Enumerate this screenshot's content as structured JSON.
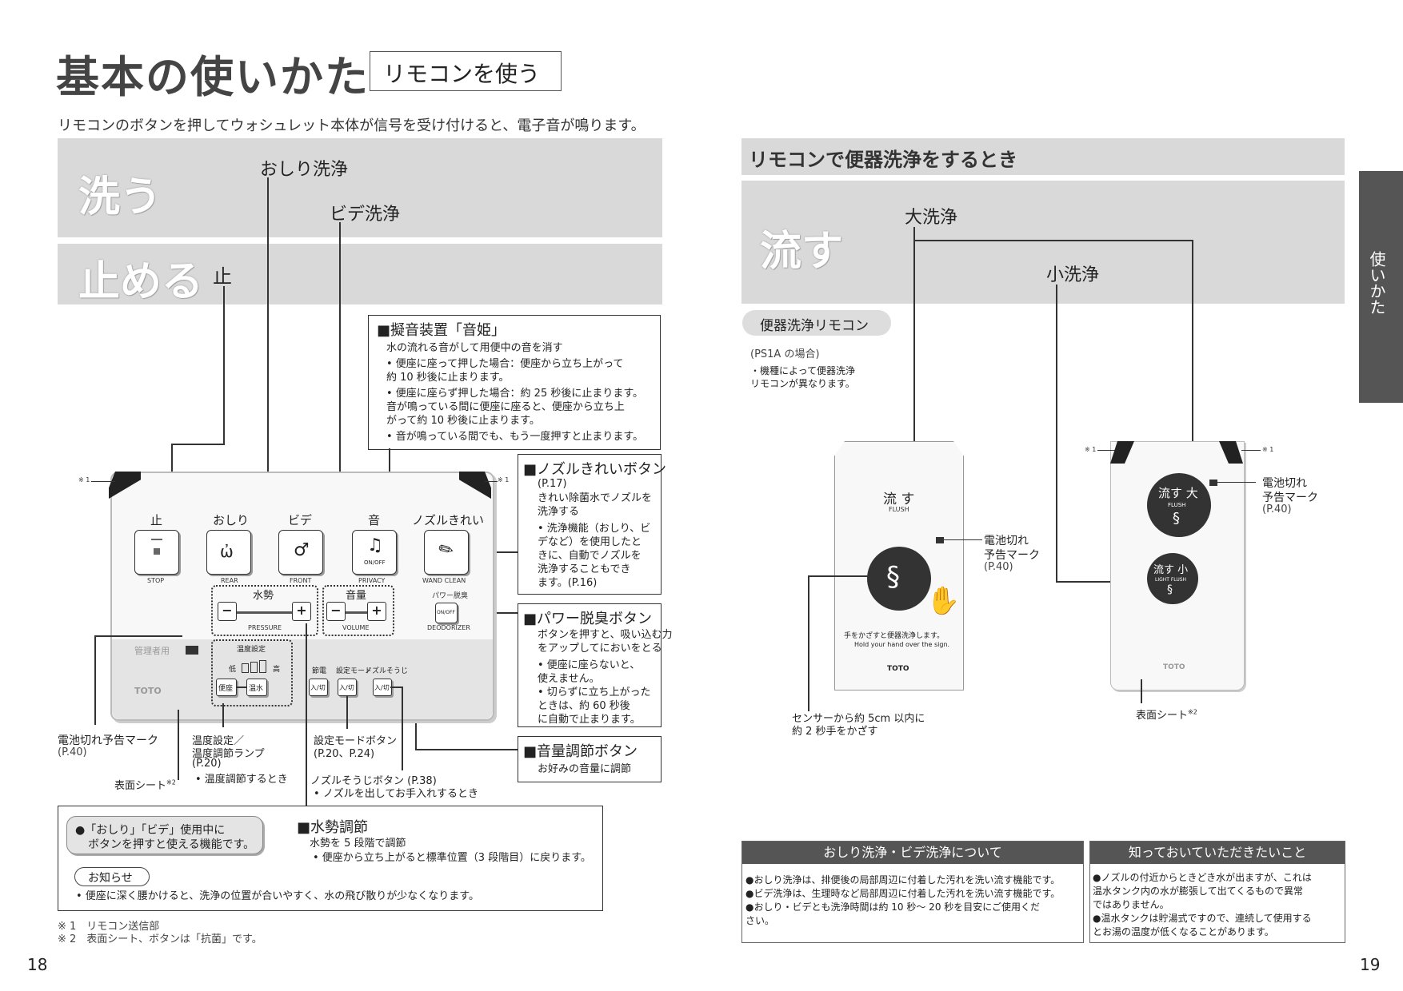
{
  "left": {
    "title": "基本の使いかた",
    "title_tag": "リモコンを使う",
    "intro": "リモコンのボタンを押してウォシュレット本体が信号を受け付けると、電子音が鳴ります。",
    "band_wash": "洗う",
    "band_stop": "止める",
    "stop_kanji": "止",
    "label_oshiri": "おしり洗浄",
    "label_bidet": "ビデ洗浄",
    "otohime": {
      "heading": "■擬音装置「音姫」",
      "desc": "水の流れる音がして用便中の音を消す",
      "items": [
        "• 便座に座って押した場合：便座から立ち上がって",
        "   約 10 秒後に止まります。",
        "• 便座に座らず押した場合：約 25 秒後に止まります。",
        "   音が鳴っている間に便座に座ると、便座から立ち上",
        "   がって約 10 秒後に止まります。",
        "• 音が鳴っている間でも、もう一度押すと止まります。"
      ]
    },
    "nozzle_clean": {
      "heading": "■ノズルきれいボタン",
      "ref": "(P.17)",
      "desc1": "きれい除菌水でノズルを",
      "desc2": "洗浄する",
      "items": [
        "• 洗浄機能（おしり、ビ",
        "  デなど）を使用したと",
        "  きに、自動でノズルを",
        "  洗浄することもでき",
        "  ます。(P.16)"
      ]
    },
    "power_deodorizer": {
      "heading": "■パワー脱臭ボタン",
      "desc1": "ボタンを押すと、吸い込む力",
      "desc2": "をアップしてにおいをとる",
      "items": [
        "• 便座に座らないと、",
        "  使えません。",
        "• 切らずに立ち上がった",
        "  ときは、約 60 秒後",
        "  に自動で止まります。"
      ]
    },
    "volume_button": {
      "heading": "■音量調節ボタン",
      "desc": "お好みの音量に調節"
    },
    "water_pressure": {
      "heading": "■水勢調節",
      "desc": "水勢を 5 段階で調節",
      "item": "• 便座から立ち上がると標準位置（3 段階目）に戻ります。"
    },
    "remote": {
      "note1": "※ 1",
      "note1b": "※ 1",
      "btn_labels": [
        "止",
        "おしり",
        "ビデ",
        "音",
        "ノズルきれい"
      ],
      "btn_sub": [
        "STOP",
        "REAR",
        "FRONT",
        "PRIVACY",
        "WAND CLEAN"
      ],
      "onoff": "ON/OFF",
      "pressure_label": "水勢",
      "pressure_sub": "PRESSURE",
      "volume_label": "音量",
      "volume_sub": "VOLUME",
      "deo_label": "パワー脱臭",
      "deo_sub": "DEODORIZER",
      "admin": "管理者用",
      "brand": "TOTO",
      "temp_title": "温度設定",
      "temp_low": "低",
      "temp_high": "高",
      "temp_seat": "便座",
      "temp_water": "温水",
      "eco": "節電",
      "mode": "設定モード",
      "nozzle_clean2": "ノズルそうじ",
      "toggle": "入/切"
    },
    "callout_battery": "電池切れ予告マーク",
    "callout_battery_ref": "(P.40)",
    "callout_temp1": "温度設定／",
    "callout_temp2": "温度調節ランプ",
    "callout_temp3": "(P.20)",
    "callout_temp4": "• 温度調節するとき",
    "callout_surface": "表面シート",
    "callout_surface_sup": "※2",
    "callout_mode1": "設定モードボタン",
    "callout_mode2": "(P.20、P.24)",
    "callout_nozzle1": "ノズルそうじボタン (P.38)",
    "callout_nozzle2": "• ノズルを出してお手入れするとき",
    "info_pill": "●「おしり」「ビデ」使用中に\n  ボタンを押すと使える機能です。",
    "info_pill_l1": "●「おしり」「ビデ」使用中に",
    "info_pill_l2": "ボタンを押すと使える機能です。",
    "notice_tag": "お知らせ",
    "notice_text": "• 便座に深く腰かけると、洗浄の位置が合いやすく、水の飛び散りが少なくなります。",
    "foot1": "※ 1　リモコン送信部",
    "foot2": "※ 2　表面シート、ボタンは「抗菌」です。",
    "page_no": "18"
  },
  "right": {
    "section_title": "リモコンで便器洗浄をするとき",
    "band_flush": "流す",
    "label_big": "大洗浄",
    "label_small": "小洗浄",
    "remote_tag": "便器洗浄リモコン",
    "case": "(PS1A の場合)",
    "case_note1": "・機種によって便器洗浄",
    "case_note2": "  リモコンが異なります。",
    "sensor_remote": {
      "title": "流 す",
      "sub": "FLUSH",
      "hint1": "手をかざすと便器洗浄します。",
      "hint2": "Hold your hand over the sign.",
      "brand": "TOTO"
    },
    "battery1": "電池切れ",
    "battery2": "予告マーク",
    "battery_ref": "(P.40)",
    "sensor_note1": "センサーから約 5cm 以内に",
    "sensor_note2": "約 2 秒手をかざす",
    "button_remote": {
      "big_label": "流す 大",
      "big_sub": "FLUSH",
      "small_label": "流す 小",
      "small_sub": "LIGHT FLUSH",
      "brand": "TOTO",
      "note1": "※ 1",
      "note2": "※ 1"
    },
    "surface": "表面シート",
    "surface_sup": "※2",
    "side_tab": "使いかた",
    "box1_title": "おしり洗浄・ビデ洗浄について",
    "box1_items": [
      "●おしり洗浄は、排便後の局部周辺に付着した汚れを洗い流す機能です。",
      "●ビデ洗浄は、生理時など局部周辺に付着した汚れを洗い流す機能です。",
      "●おしり・ビデとも洗浄時間は約 10 秒～ 20 秒を目安にご使用くだ",
      "   さい。"
    ],
    "box2_title": "知っておいていただきたいこと",
    "box2_items": [
      "●ノズルの付近からときどき水が出ますが、これは",
      "   温水タンク内の水が膨張して出てくるもので異常",
      "   ではありません。",
      "●温水タンクは貯湯式ですので、連続して使用する",
      "   とお湯の温度が低くなることがあります。"
    ],
    "page_no": "19"
  }
}
